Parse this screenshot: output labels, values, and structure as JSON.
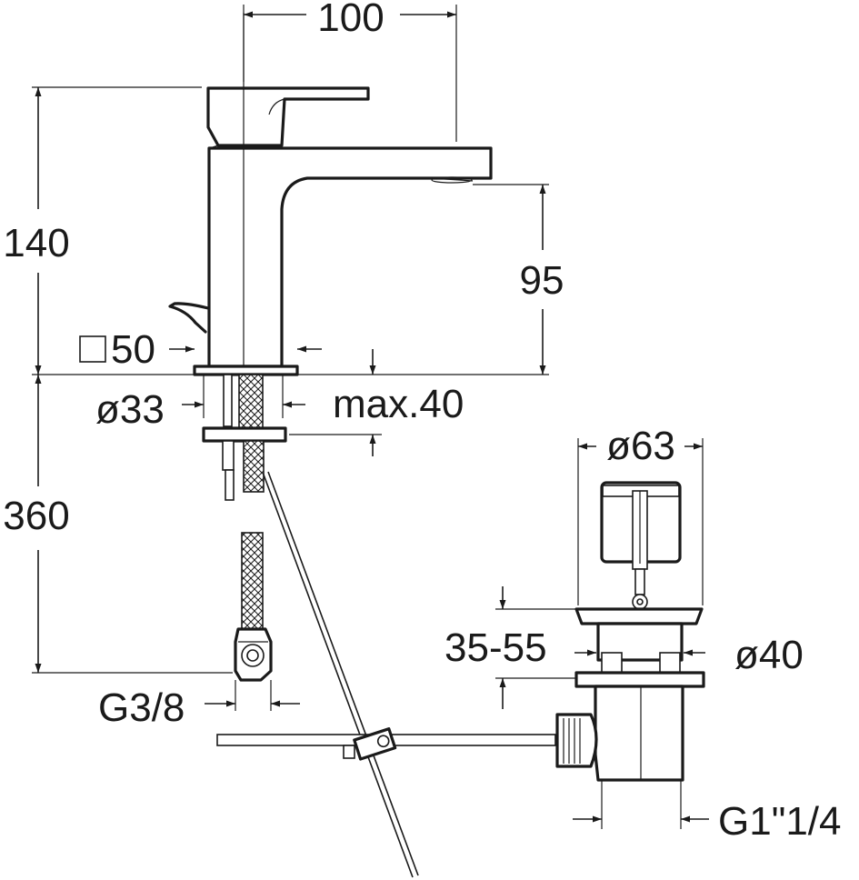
{
  "dimensions": {
    "width_100": "100",
    "height_140": "140",
    "spout_95": "95",
    "square_50": "50",
    "dia_33": "ø33",
    "max_40": "max.40",
    "length_360": "360",
    "dia_63": "ø63",
    "range_35_55": "35-55",
    "dia_40": "ø40",
    "g38": "G3/8",
    "g114": "G1\"1/4"
  },
  "colors": {
    "line": "#1a1a1a",
    "background": "#ffffff"
  }
}
